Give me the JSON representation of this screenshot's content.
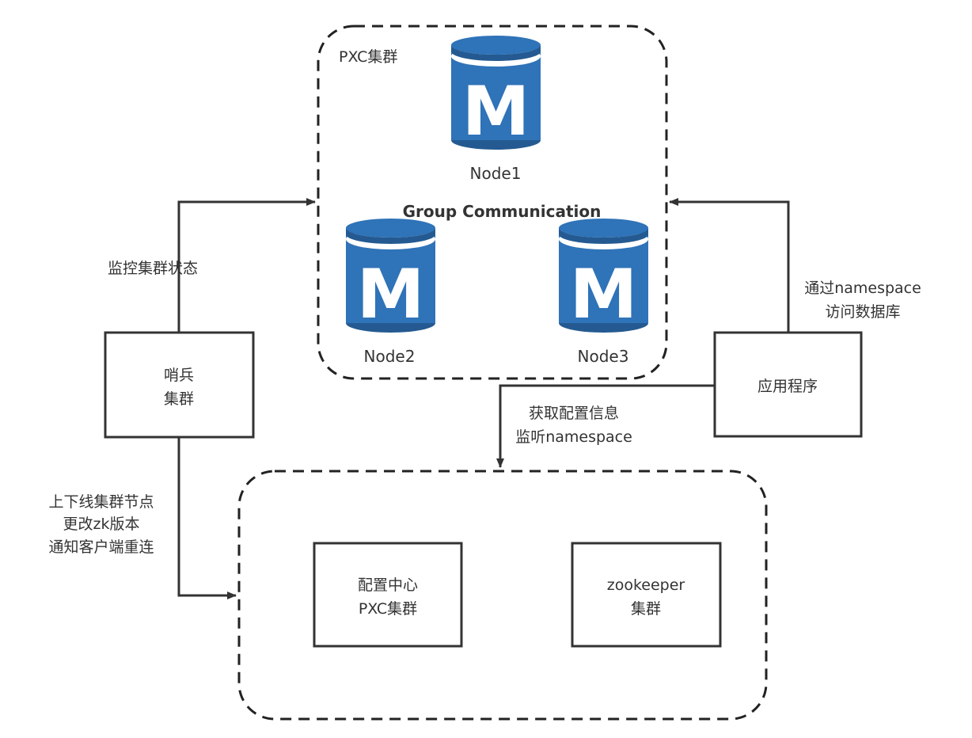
{
  "colors": {
    "db_blue": "#2f73b8",
    "db_dark": "#245a91",
    "stroke": "#333333"
  },
  "pxc_cluster": {
    "title": "PXC集群",
    "group_label": "Group Communication",
    "nodes": [
      {
        "label": "Node1",
        "icon_letter": "M",
        "icon": "mysql-database-icon"
      },
      {
        "label": "Node2",
        "icon_letter": "M",
        "icon": "mysql-database-icon"
      },
      {
        "label": "Node3",
        "icon_letter": "M",
        "icon": "mysql-database-icon"
      }
    ]
  },
  "sentinel": {
    "line1": "哨兵",
    "line2": "集群"
  },
  "app": {
    "label": "应用程序"
  },
  "config_center": {
    "line1": "配置中心",
    "line2": "PXC集群"
  },
  "zookeeper": {
    "line1": "zookeeper",
    "line2": "集群"
  },
  "edges": {
    "monitor": "监控集群状态",
    "app_access": [
      "通过namespace",
      "访问数据库"
    ],
    "app_config": [
      "获取配置信息",
      "监听namespace"
    ],
    "sentinel_zk": [
      "上下线集群节点",
      "更改zk版本",
      "通知客户端重连"
    ]
  }
}
